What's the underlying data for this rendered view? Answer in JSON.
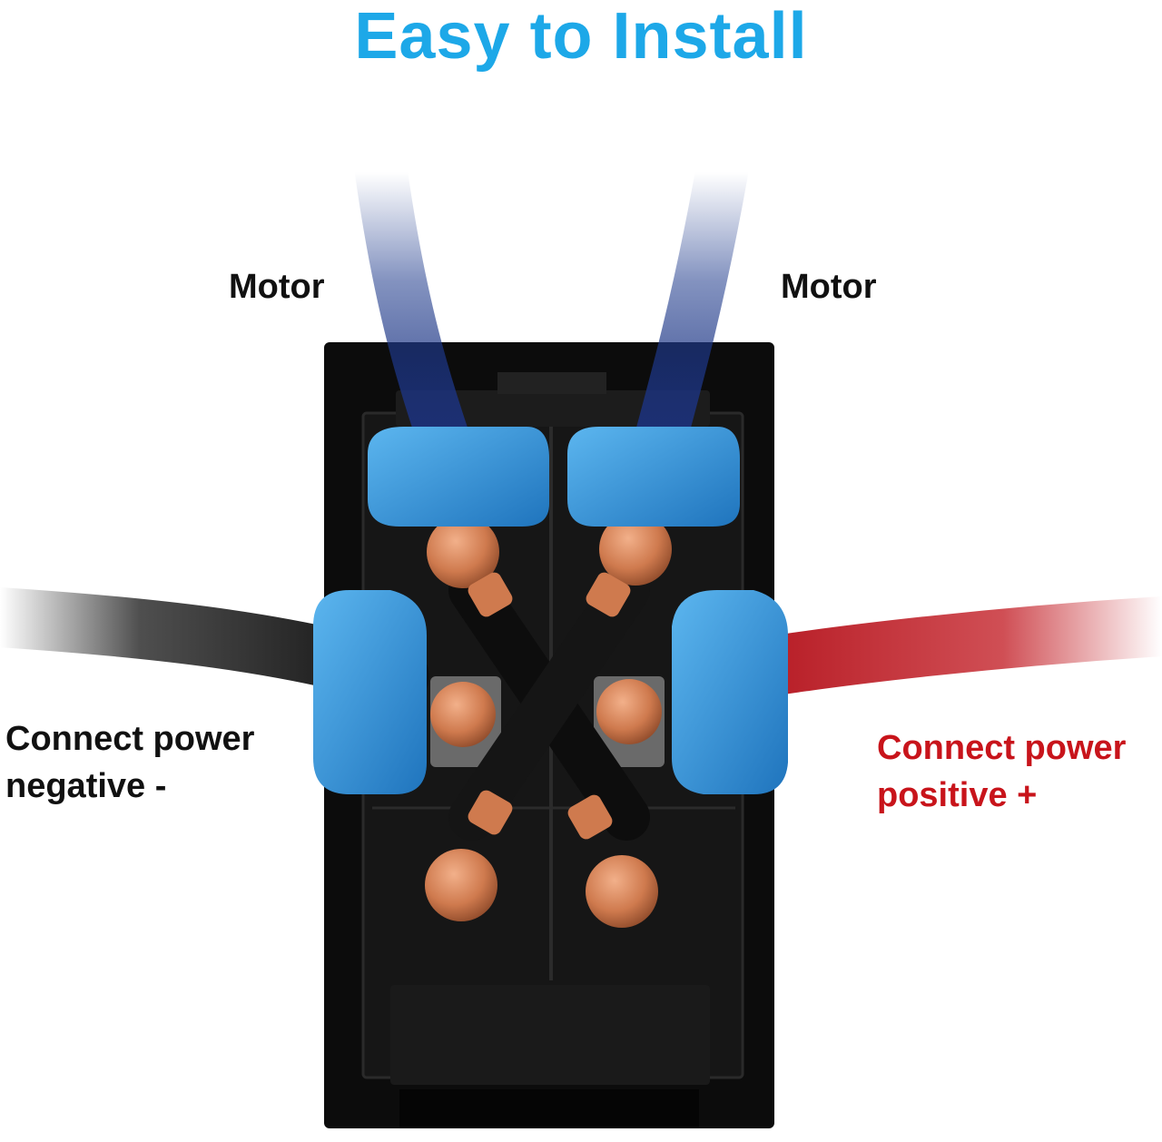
{
  "title": "Easy to Install",
  "labels": {
    "motor_left": "Motor",
    "motor_right": "Motor",
    "negative_line1": "Connect power",
    "negative_line2": "negative -",
    "positive_line1": "Connect power",
    "positive_line2": "positive +"
  },
  "colors": {
    "title": "#1da8e8",
    "text_dark": "#111111",
    "text_positive": "#c8141b",
    "wire_motor": "#1e3a8c",
    "wire_negative": "#141414",
    "wire_positive": "#c0141c",
    "insulator": "#2f8fd6",
    "copper": "#cf7a4e",
    "switch_body": "#0f0f0f"
  }
}
